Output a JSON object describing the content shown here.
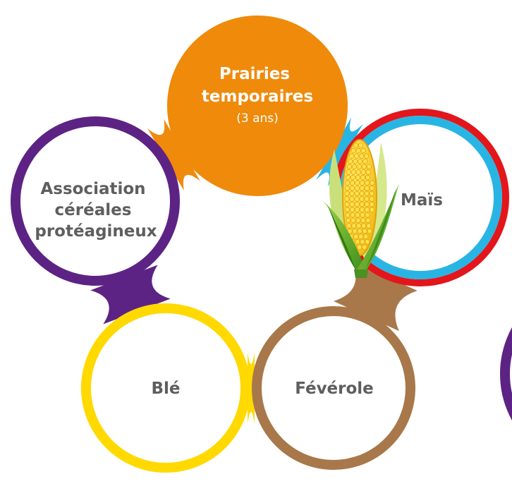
{
  "stages": [
    {
      "id": "prairies",
      "lines": [
        "Prairies",
        "temporaires"
      ],
      "note": "(3 ans)",
      "color": "#EF8A0B",
      "text_color": "#FFFFFF"
    },
    {
      "id": "mais",
      "lines": [
        "Maïs"
      ],
      "note": "",
      "color": "#29B5E3",
      "highlight": "#E3161B",
      "text_color": "#5E5E5E"
    },
    {
      "id": "feverole",
      "lines": [
        "Févérole"
      ],
      "note": "",
      "color": "#A8784A",
      "text_color": "#5E5E5E"
    },
    {
      "id": "ble",
      "lines": [
        "Blé"
      ],
      "note": "",
      "color": "#FFD900",
      "text_color": "#5E5E5E"
    },
    {
      "id": "association",
      "lines": [
        "Association",
        "céréales",
        "protéagineux"
      ],
      "note": "",
      "color": "#5D2384",
      "text_color": "#5E5E5E"
    }
  ],
  "edge_circle_color": "#5D2384",
  "icon": "corn-cob-icon"
}
